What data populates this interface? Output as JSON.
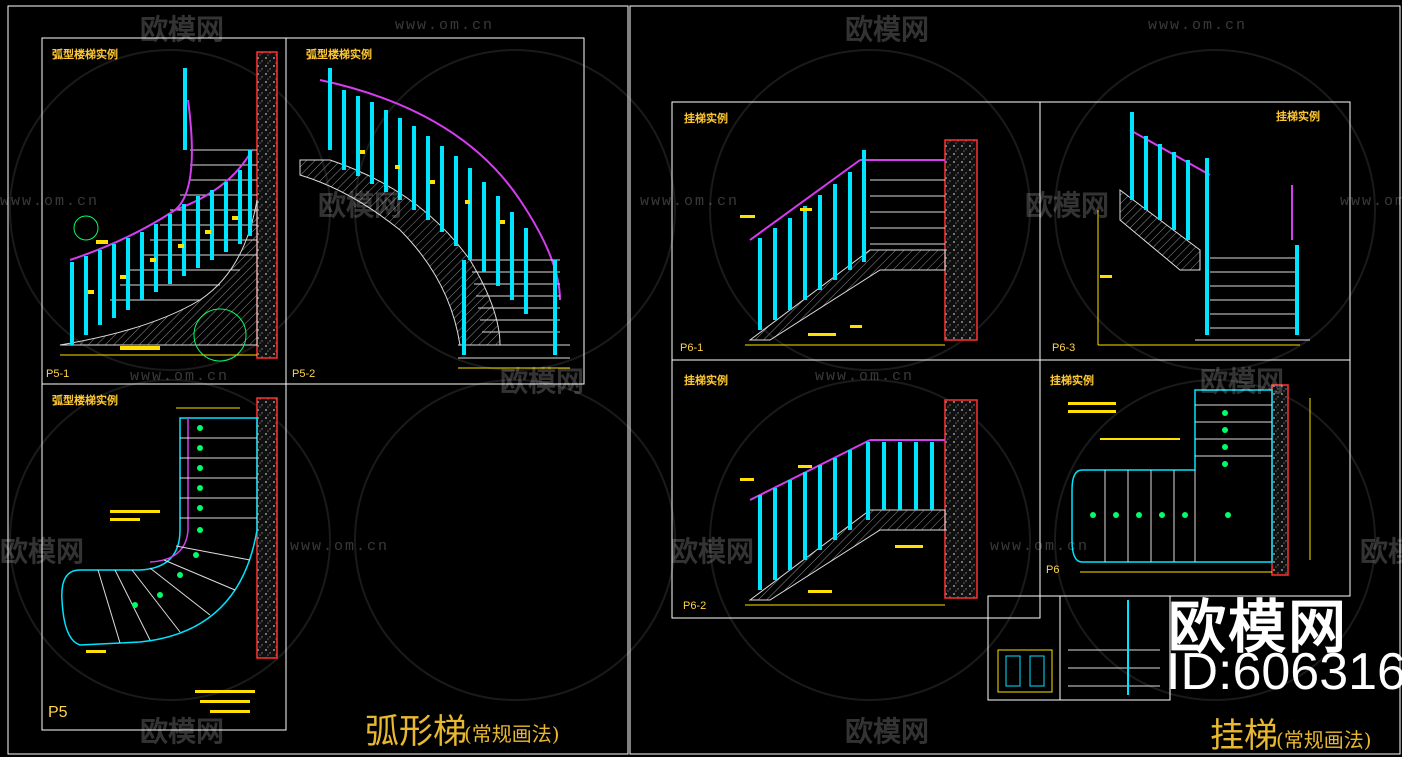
{
  "watermark": {
    "url": "www.om.cn",
    "logo": "欧模网"
  },
  "brand": {
    "logo": "欧模网",
    "id": "ID:606316"
  },
  "left_sheet": {
    "title_main": "弧形梯",
    "title_sub": "(常规画法)",
    "panels": [
      {
        "heading": "弧型楼梯实例",
        "code": "P5-1"
      },
      {
        "heading": "弧型楼梯实例",
        "code": "P5-2"
      },
      {
        "heading": "弧型楼梯实例",
        "code": "P5"
      }
    ]
  },
  "right_sheet": {
    "title_main": "挂梯",
    "title_sub": "(常规画法)",
    "panels": [
      {
        "heading": "挂梯实例",
        "code": "P6-1"
      },
      {
        "heading": "挂梯实例",
        "code": "P6-3"
      },
      {
        "heading": "挂梯实例",
        "code": "P6-2"
      },
      {
        "heading": "挂梯实例",
        "code": "P6"
      }
    ]
  },
  "colors": {
    "background": "#000000",
    "frame": "#ffffff",
    "baluster": "#00e5ff",
    "handrail": "#d63cf0",
    "dimension": "#ffe000",
    "wall": "#ff3030",
    "label": "#ffc832"
  }
}
